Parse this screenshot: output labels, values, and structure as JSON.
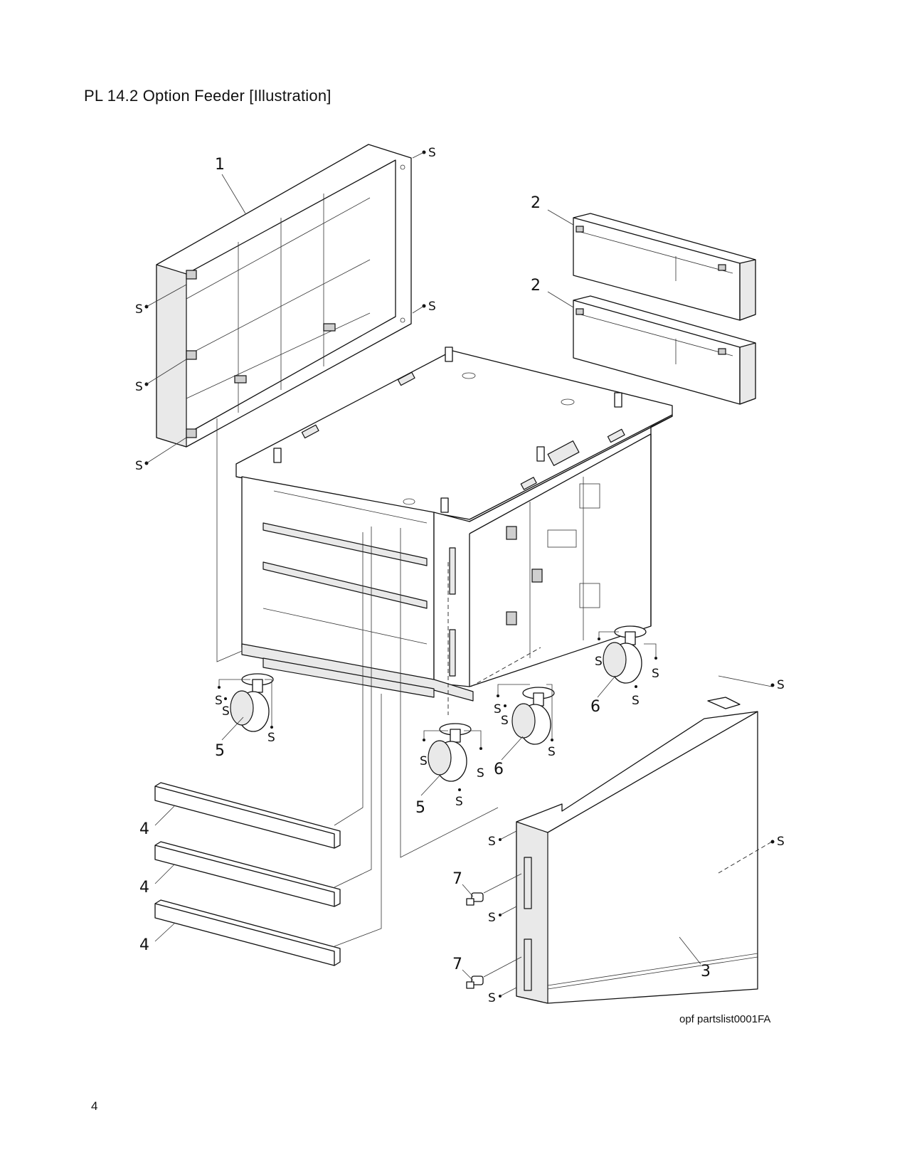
{
  "header": {
    "title": "PL 14.2  Option Feeder  [Illustration]"
  },
  "figure": {
    "reference_code": "opf partslist0001FA",
    "item_numbers": [
      "1",
      "2",
      "2",
      "3",
      "4",
      "4",
      "4",
      "5",
      "5",
      "6",
      "6",
      "7",
      "7"
    ],
    "screw_mark": "S"
  },
  "footer": {
    "page_number": "4"
  }
}
